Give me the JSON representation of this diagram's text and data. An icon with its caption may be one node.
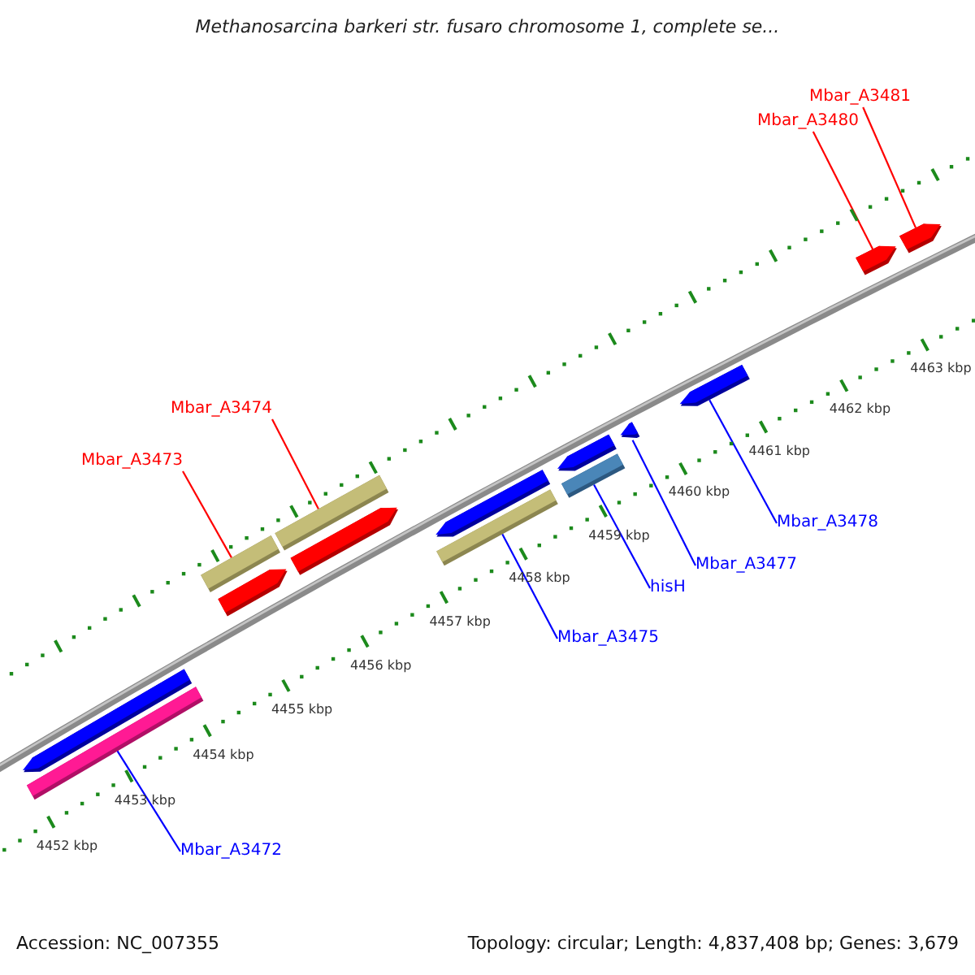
{
  "diagram": {
    "title": "Methanosarcina barkeri str. fusaro chromosome 1, complete se...",
    "nodes": [
      {
        "text": [
          "Mbar_A3481"
        ]
      },
      {
        "text": [
          "Mbar_A3480"
        ]
      },
      {
        "text": [
          "Mbar_A3474"
        ]
      },
      {
        "text": [
          "Mbar_A3473"
        ]
      },
      {
        "text": [
          "Mbar_A3478"
        ]
      },
      {
        "text": [
          "Mbar_A3477"
        ]
      },
      {
        "text": [
          "hisH"
        ]
      },
      {
        "text": [
          "Mbar_A3475"
        ]
      },
      {
        "text": [
          "Mbar_A3472"
        ]
      },
      {
        "text": [],
        "shape": "bar"
      },
      {
        "text": [],
        "shape": "bar"
      },
      {
        "text": [],
        "shape": "bar"
      },
      {
        "text": [],
        "shape": "bar"
      },
      {
        "text": [],
        "shape": "bar"
      },
      {
        "text": [],
        "shape": "bar"
      },
      {
        "text": [],
        "shape": "bar"
      },
      {
        "text": [],
        "shape": "bar"
      },
      {
        "text": [],
        "shape": "bar"
      },
      {
        "text": [],
        "shape": "bar"
      },
      {
        "text": [],
        "shape": "bar"
      },
      {
        "text": [],
        "shape": "bar"
      },
      {
        "text": [],
        "shape": "bar"
      },
      {
        "text": [],
        "shape": "bar"
      }
    ],
    "edges": [
      {
        "from": 0,
        "to": 22,
        "arrow": "none",
        "color": "#ff0000"
      },
      {
        "from": 1,
        "to": 21,
        "arrow": "none",
        "color": "#ff0000"
      },
      {
        "from": 2,
        "to": 13,
        "arrow": "none",
        "color": "#ff0000"
      },
      {
        "from": 3,
        "to": 11,
        "arrow": "none",
        "color": "#ff0000"
      },
      {
        "from": 4,
        "to": 20,
        "arrow": "none"
      },
      {
        "from": 5,
        "to": 19,
        "arrow": "none"
      },
      {
        "from": 6,
        "to": 18,
        "arrow": "none"
      },
      {
        "from": 7,
        "to": 16,
        "arrow": "none"
      },
      {
        "from": 8,
        "to": 10,
        "arrow": "none"
      }
    ],
    "labels": [
      "4463 kbp",
      "4462 kbp",
      "4461 kbp",
      "4460 kbp",
      "4459 kbp",
      "4458 kbp",
      "4457 kbp",
      "4456 kbp",
      "4455 kbp",
      "4454 kbp",
      "4453 kbp",
      "4452 kbp",
      "Accession: NC_007355",
      "Topology: circular; Length: 4,837,408 bp; Genes: 3,679"
    ]
  }
}
